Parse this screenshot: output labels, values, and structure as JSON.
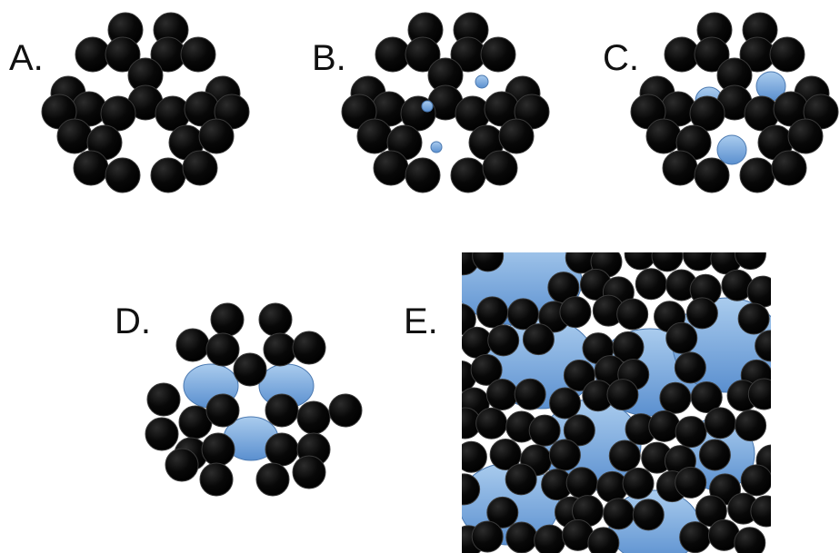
{
  "colors": {
    "particle": "#050505",
    "particle_edge": "#3a3a3a",
    "droplet_light": "#aaccee",
    "droplet_dark": "#5a8fcf",
    "background": "#ffffff"
  },
  "panels": [
    {
      "id": "a",
      "label": "A."
    },
    {
      "id": "b",
      "label": "B."
    },
    {
      "id": "c",
      "label": "C."
    },
    {
      "id": "d",
      "label": "D."
    },
    {
      "id": "e",
      "label": "E."
    }
  ]
}
